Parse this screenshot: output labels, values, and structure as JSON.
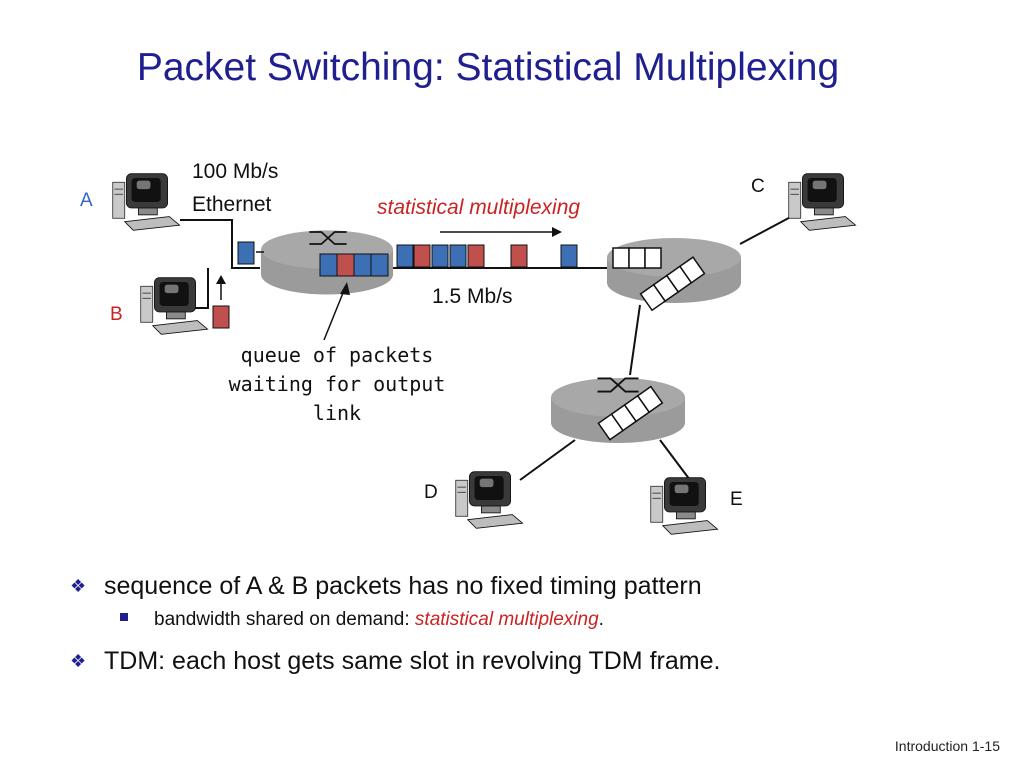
{
  "slide": {
    "title": "Packet Switching: Statistical Multiplexing",
    "footer": "Introduction 1-15"
  },
  "diagram": {
    "label_speed_top": "100 Mb/s",
    "label_ethernet": "Ethernet",
    "label_stat_mux": "statistical multiplexing",
    "label_speed_link": "1.5 Mb/s",
    "queue_caption": [
      "queue of packets",
      "waiting for output",
      "link"
    ],
    "hosts": {
      "a": "A",
      "b": "B",
      "c": "C",
      "d": "D",
      "e": "E"
    },
    "packet_colors": {
      "a": "#3d6fb5",
      "b": "#c0504d"
    }
  },
  "bullets": {
    "b1": "sequence of A & B packets has no fixed timing pattern",
    "b1_sub_prefix": "bandwidth shared on demand: ",
    "b1_sub_emph": "statistical multiplexing",
    "b1_sub_suffix": ".",
    "b2": "TDM: each host gets same slot in revolving TDM frame."
  }
}
